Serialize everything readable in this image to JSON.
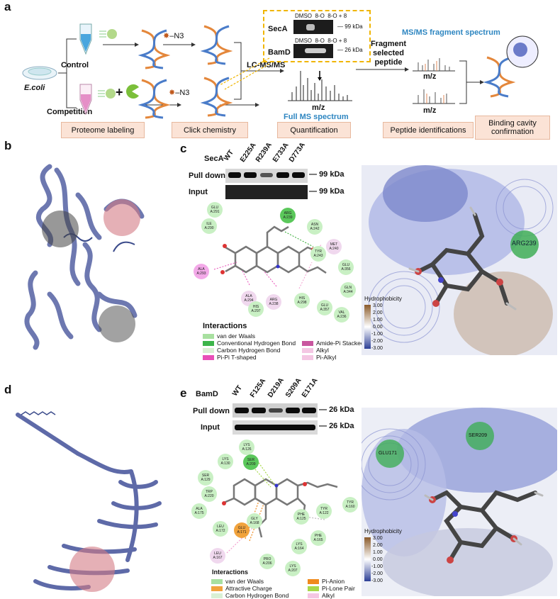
{
  "panels": {
    "a": "a",
    "b": "b",
    "c": "c",
    "d": "d",
    "e": "e"
  },
  "panel_a": {
    "organism": "E.coli",
    "control": "Control",
    "competition": "Competition",
    "plus": "+",
    "azide": "N3",
    "lcms": "LC-MS/MS",
    "mz1": "m/z",
    "mz2": "m/z",
    "mz3": "m/z",
    "full_ms": "Full MS spectrum",
    "msms": "MS/MS fragment spectrum",
    "fragment": "Fragment selected peptide",
    "gel": {
      "lanes": [
        "DMSO",
        "8-O",
        "8-O + 8"
      ],
      "secA": "SecA",
      "bamD": "BamD",
      "kda99": "99 kDa",
      "kda26": "26 kDa"
    },
    "steps": [
      "Proteome labeling",
      "Click chemistry",
      "Quantification",
      "Peptide identifications",
      "Binding cavity confirmation"
    ]
  },
  "panel_c": {
    "protein": "SecA",
    "lanes": [
      "WT",
      "E225A",
      "R239A",
      "E733A",
      "D773A"
    ],
    "pull_down": "Pull down",
    "input": "Input",
    "kda_pd": "99 kDa",
    "kda_in": "99 kDa",
    "residues": [
      {
        "name": "GLU",
        "num": "A:291",
        "type": "g"
      },
      {
        "name": "ILE",
        "num": "A:290",
        "type": "g"
      },
      {
        "name": "ARG",
        "num": "A:239",
        "type": "dg"
      },
      {
        "name": "ASN",
        "num": "A:242",
        "type": "g"
      },
      {
        "name": "MET",
        "num": "A:240",
        "type": "lp"
      },
      {
        "name": "TYR",
        "num": "A:243",
        "type": "g"
      },
      {
        "name": "GLU",
        "num": "A:356",
        "type": "g"
      },
      {
        "name": "ALA",
        "num": "A:293",
        "type": "pk"
      },
      {
        "name": "GLN",
        "num": "A:344",
        "type": "g"
      },
      {
        "name": "ALA",
        "num": "A:294",
        "type": "lp"
      },
      {
        "name": "HIS",
        "num": "A:297",
        "type": "g"
      },
      {
        "name": "ARG",
        "num": "A:238",
        "type": "lp"
      },
      {
        "name": "HIS",
        "num": "A:298",
        "type": "g"
      },
      {
        "name": "GLU",
        "num": "A:357",
        "type": "g"
      },
      {
        "name": "VAL",
        "num": "A:236",
        "type": "g"
      }
    ],
    "interactions_title": "Interactions",
    "legend": [
      {
        "label": "van der Waals",
        "color": "#a8e0a0"
      },
      {
        "label": "Conventional Hydrogen Bond",
        "color": "#3cb54a"
      },
      {
        "label": "Carbon Hydrogen Bond",
        "color": "#d9f0d4"
      },
      {
        "label": "Pi-Pi T-shaped",
        "color": "#e84fb8"
      },
      {
        "label": "Amide-Pi Stacked",
        "color": "#c9569f"
      },
      {
        "label": "Alkyl",
        "color": "#f4c6e3"
      },
      {
        "label": "Pi-Alkyl",
        "color": "#f4c6e3"
      }
    ],
    "hydro_label": "ARG239",
    "hydrophobicity": "Hydrophobicity",
    "scale": [
      "3.00",
      "2.00",
      "1.00",
      "0.00",
      "-1.00",
      "-2.00",
      "-3.00"
    ]
  },
  "panel_e": {
    "protein": "BamD",
    "lanes": [
      "WT",
      "F125A",
      "D219A",
      "S209A",
      "E171A"
    ],
    "pull_down": "Pull down",
    "input": "Input",
    "kda_pd": "26 kDa",
    "kda_in": "26 kDa",
    "residues": [
      {
        "name": "LYS",
        "num": "A:126",
        "type": "g"
      },
      {
        "name": "LYS",
        "num": "A:130",
        "type": "g"
      },
      {
        "name": "SER",
        "num": "A:209",
        "type": "dg"
      },
      {
        "name": "SER",
        "num": "A:129",
        "type": "g"
      },
      {
        "name": "TRP",
        "num": "A:220",
        "type": "g"
      },
      {
        "name": "ALA",
        "num": "A:175",
        "type": "g"
      },
      {
        "name": "TYR",
        "num": "A:160",
        "type": "g"
      },
      {
        "name": "TYR",
        "num": "A:122",
        "type": "g"
      },
      {
        "name": "PHE",
        "num": "A:125",
        "type": "g"
      },
      {
        "name": "LEU",
        "num": "A:172",
        "type": "g"
      },
      {
        "name": "GLU",
        "num": "A:171",
        "type": "or"
      },
      {
        "name": "GLY",
        "num": "A:168",
        "type": "g"
      },
      {
        "name": "PHE",
        "num": "A:165",
        "type": "g"
      },
      {
        "name": "LYS",
        "num": "A:164",
        "type": "g"
      },
      {
        "name": "LEU",
        "num": "A:167",
        "type": "lp"
      },
      {
        "name": "PRO",
        "num": "A:206",
        "type": "g"
      },
      {
        "name": "LYS",
        "num": "A:207",
        "type": "g"
      }
    ],
    "interactions_title": "Interactions",
    "legend": [
      {
        "label": "van der Waals",
        "color": "#a8e0a0"
      },
      {
        "label": "Attractive Charge",
        "color": "#f1a33d"
      },
      {
        "label": "Carbon Hydrogen Bond",
        "color": "#d9f0d4"
      },
      {
        "label": "Pi-Anion",
        "color": "#f08a1c"
      },
      {
        "label": "Pi-Lone Pair",
        "color": "#a8d84a"
      },
      {
        "label": "Alkyl",
        "color": "#f4c6e3"
      }
    ],
    "hydro_label1": "GLU171",
    "hydro_label2": "SER209",
    "hydrophobicity": "Hydrophobicity",
    "scale": [
      "3.00",
      "2.00",
      "1.00",
      "0.00",
      "-1.00",
      "-2.00",
      "-3.00"
    ]
  }
}
